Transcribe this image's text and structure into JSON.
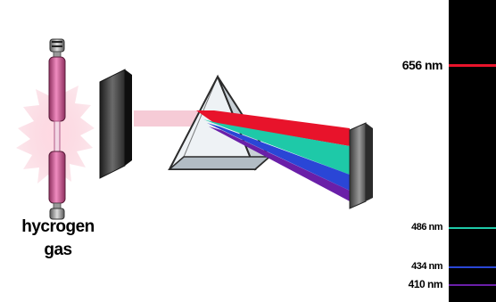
{
  "gas_label": {
    "line1": "hycrogen",
    "line2": "gas"
  },
  "spectrum_lines": [
    {
      "label": "656 nm",
      "color": "#e8132b"
    },
    {
      "label": "486 nm",
      "color": "#1ec9a8"
    },
    {
      "label": "434 nm",
      "color": "#2a46d6"
    },
    {
      "label": "410 nm",
      "color": "#6a1fa8"
    }
  ],
  "colors": {
    "glow": "#f7c2cf",
    "tube": "#d6569a",
    "slit": "#3b3b3b",
    "beam": "#f5c5d2",
    "red": "#e8132b",
    "cyan": "#1ec9a8",
    "blue": "#2a46d6",
    "violet": "#6a1fa8",
    "spectrum_bg": "#000000"
  }
}
